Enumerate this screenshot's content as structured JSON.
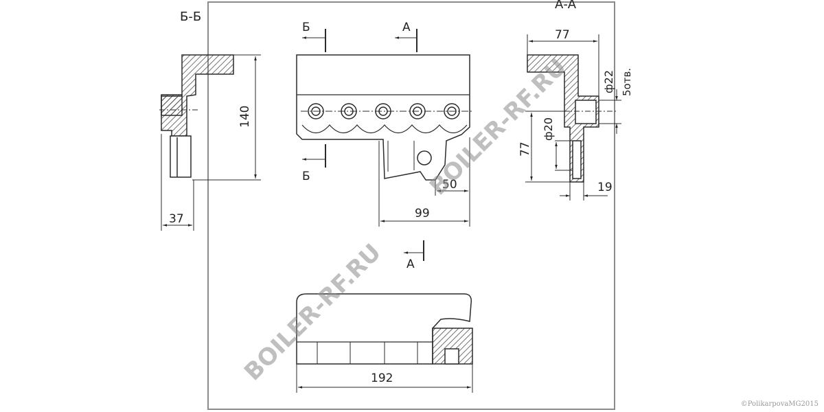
{
  "sections": {
    "bb": "Б-Б",
    "aa": "А-А",
    "cut_b": "Б",
    "cut_a": "А"
  },
  "dims": {
    "height_140": "140",
    "width_37": "37",
    "d_77_top": "77",
    "d_77_side": "77",
    "d22": "ф22",
    "holes": "5отв.",
    "d20": "ф20",
    "d19": "19",
    "d50": "50",
    "d99": "99",
    "d192": "192"
  },
  "watermark": {
    "text": "BOILER-RF.RU"
  },
  "copyright": "©PolikarpovaMG2015",
  "colors": {
    "line": "#2a2a2a",
    "frame": "#8a8a8a",
    "watermark": "#8c8c8c"
  }
}
